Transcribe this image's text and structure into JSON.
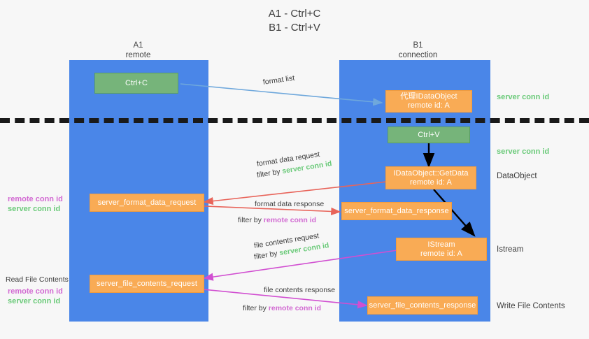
{
  "title": {
    "line1": "A1 - Ctrl+C",
    "line2": "B1 - Ctrl+V"
  },
  "columns": [
    {
      "name": "A1",
      "subtitle": "remote"
    },
    {
      "name": "B1",
      "subtitle": "connection"
    }
  ],
  "colors": {
    "lane": "#4a86e8",
    "green_box": "#76b47a",
    "orange_box": "#f9ab55",
    "server_conn_id": "#6aca79",
    "remote_conn_id": "#d26ad2",
    "format_arrow": "#e8645a",
    "file_arrow": "#d14fd1",
    "clipboard_arrow": "#6fa8dc",
    "black_arrow": "#000000",
    "background": "#f7f7f7"
  },
  "boxes": {
    "ctrl_c": "Ctrl+C",
    "ctrl_v": "Ctrl+V",
    "idataobject_l1": "代理IDataObject",
    "idataobject_l2": "remote id: A",
    "getdata_l1": "IDataObject::GetData",
    "getdata_l2": "remote id: A",
    "istream_l1": "IStream",
    "istream_l2": "remote id: A",
    "server_format_data_request": "server_format_data_request",
    "server_format_data_response": "server_format_data_response",
    "server_file_contents_request": "server_file_contents_request",
    "server_file_contents_response": "server_file_contents_response"
  },
  "arrow_labels": {
    "format_list": "format list",
    "format_data_request": "format data request",
    "format_data_request_filter_prefix": "filter by ",
    "format_data_request_filter_key": "server conn id",
    "format_data_response": "format data response",
    "format_data_response_filter_prefix": "filter by ",
    "format_data_response_filter_key": "remote conn id",
    "file_contents_request": "file contents request",
    "file_contents_request_filter_prefix": "filter by ",
    "file_contents_request_filter_key": "server conn id",
    "file_contents_response": "file contents response",
    "file_contents_response_filter_prefix": "filter by ",
    "file_contents_response_filter_key": "remote conn id"
  },
  "side_labels": {
    "server_conn_id_top": "server conn id",
    "server_conn_id_mid": "server conn id",
    "format_remote_conn_id": "remote conn id",
    "format_server_conn_id": "server conn id",
    "read_file_contents": "Read File Contents",
    "file_remote_conn_id": "remote conn id",
    "file_server_conn_id": "server conn id"
  },
  "annotations": {
    "dataobject": "DataObject",
    "istream": "Istream",
    "write_file_contents": "Write File Contents"
  }
}
